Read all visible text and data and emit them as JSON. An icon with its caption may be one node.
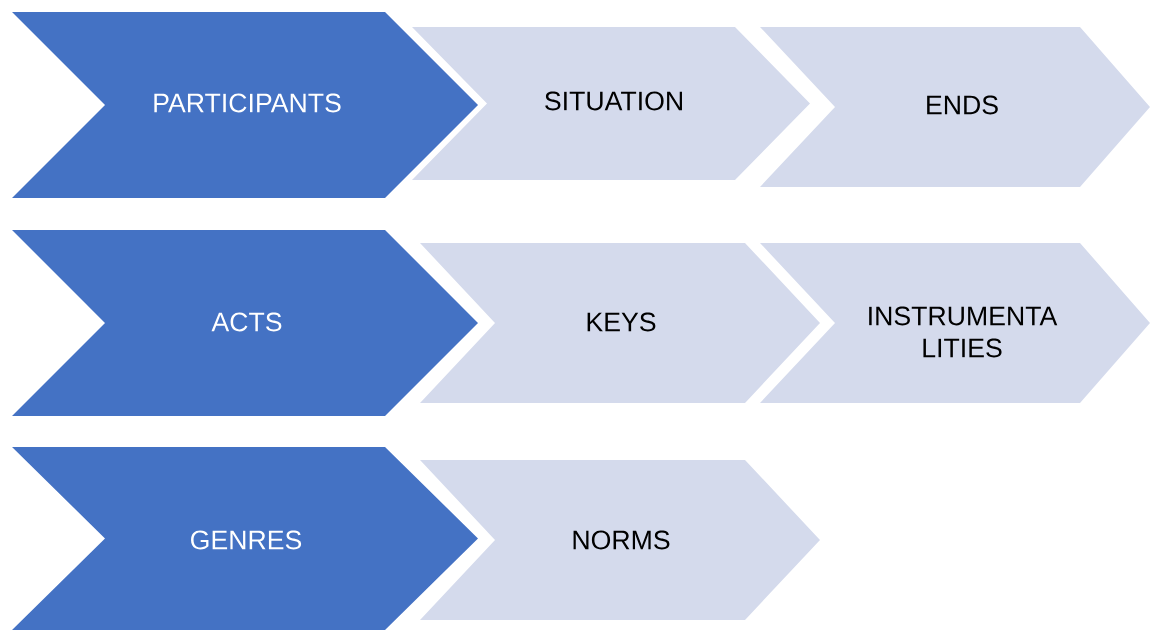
{
  "diagram": {
    "nodes": [
      {
        "text": [
          "PARTICIPANTS"
        ]
      },
      {
        "text": [
          "SITUATION"
        ]
      },
      {
        "text": [
          "ENDS"
        ]
      },
      {
        "text": [
          "ACTS"
        ]
      },
      {
        "text": [
          "KEYS"
        ]
      },
      {
        "text": [
          "INSTRUMENTA LITIES"
        ]
      },
      {
        "text": [
          "GENRES"
        ]
      },
      {
        "text": [
          "NORMS"
        ]
      }
    ]
  }
}
